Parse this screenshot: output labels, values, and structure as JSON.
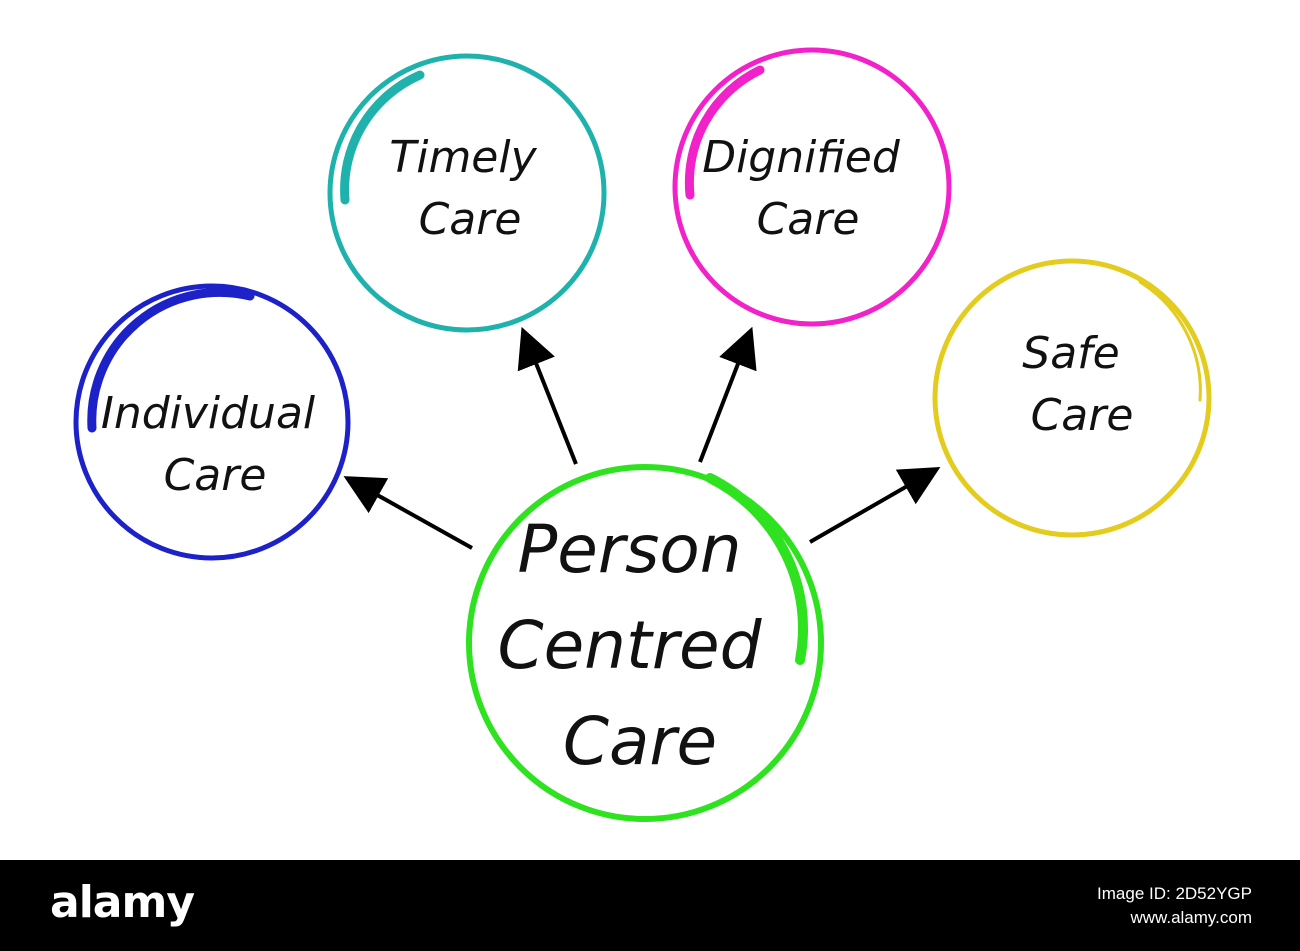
{
  "diagram": {
    "center": {
      "lines": [
        "Person",
        "Centred",
        "Care"
      ],
      "color": "#2ee21f"
    },
    "nodes": [
      {
        "id": "individual",
        "lines": [
          "Individual",
          "Care"
        ],
        "color": "#1c22c7"
      },
      {
        "id": "timely",
        "lines": [
          "Timely",
          "Care"
        ],
        "color": "#1fb2ad"
      },
      {
        "id": "dignified",
        "lines": [
          "Dignified",
          "Care"
        ],
        "color": "#f122c9"
      },
      {
        "id": "safe",
        "lines": [
          "Safe",
          "Care"
        ],
        "color": "#e3cc1d"
      }
    ],
    "arrow_color": "#000000"
  },
  "footer": {
    "logo_text": "alamy",
    "image_id": "Image ID: 2D52YGP",
    "site": "www.alamy.com",
    "background": "#000000"
  }
}
